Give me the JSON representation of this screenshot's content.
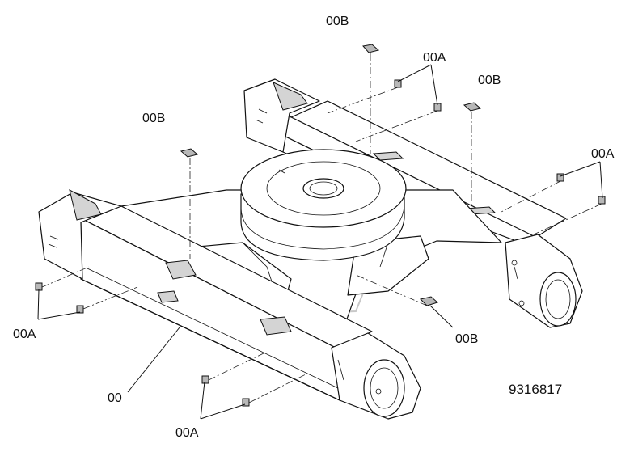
{
  "callouts": {
    "label_00": "00",
    "label_00a": "00A",
    "label_00b": "00B"
  },
  "drawing_number": "9316817",
  "colors": {
    "line": "#111111",
    "shade": "#d4d4d4",
    "background": "#ffffff"
  }
}
